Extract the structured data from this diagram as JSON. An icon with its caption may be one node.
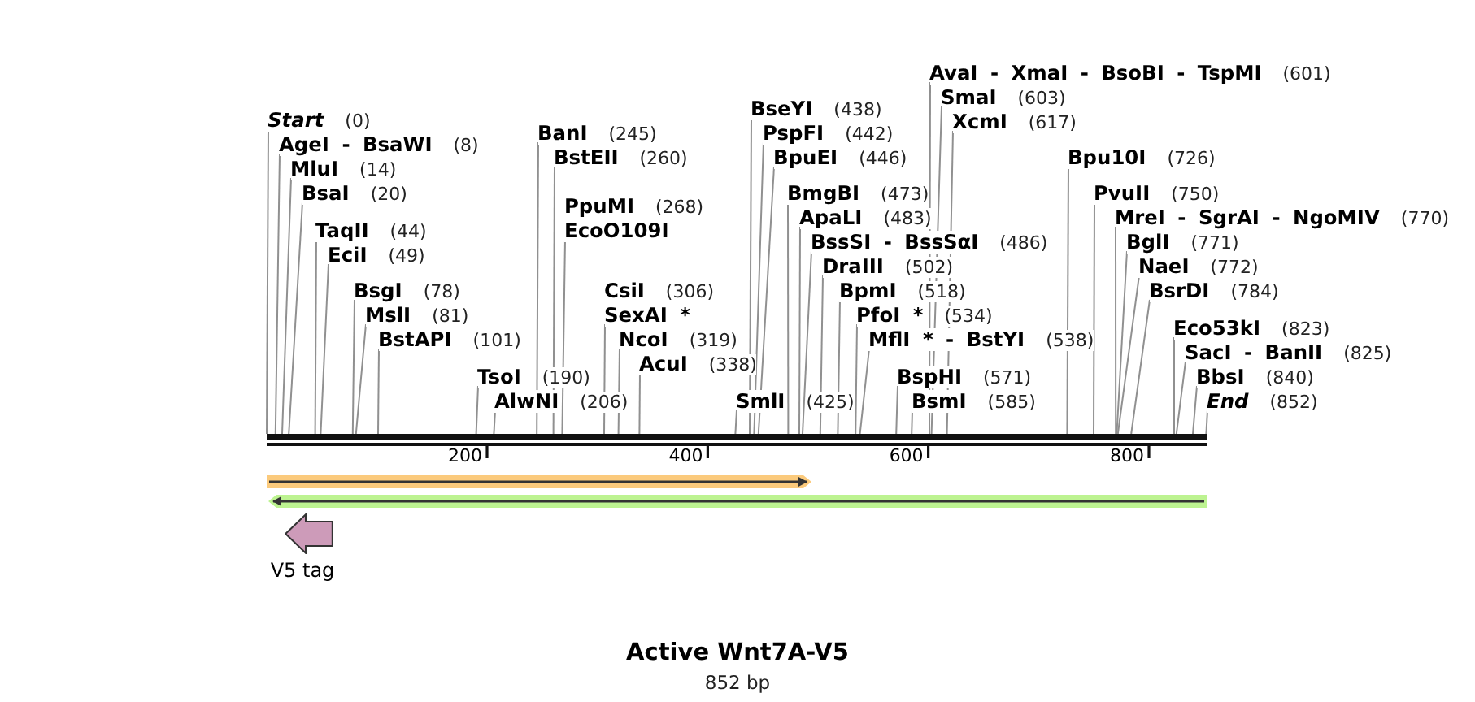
{
  "diagram": {
    "title": "Active Wnt7A-V5",
    "caption": "852 bp",
    "nodes": [
      {
        "text": [
          "Start",
          "(0)"
        ]
      },
      {
        "text": [
          "AgeI - BsaWI",
          "(8)"
        ]
      },
      {
        "text": [
          "MluI",
          "(14)"
        ]
      },
      {
        "text": [
          "BsaI",
          "(20)"
        ]
      },
      {
        "text": [
          "TaqII",
          "(44)"
        ]
      },
      {
        "text": [
          "EciI",
          "(49)"
        ]
      },
      {
        "text": [
          "BsgI",
          "(78)"
        ]
      },
      {
        "text": [
          "MslI",
          "(81)"
        ]
      },
      {
        "text": [
          "BstAPI",
          "(101)"
        ]
      },
      {
        "text": [
          "TsoI",
          "(190)"
        ]
      },
      {
        "text": [
          "AlwNI",
          "(206)"
        ]
      },
      {
        "text": [
          "BanI",
          "(245)"
        ]
      },
      {
        "text": [
          "BstEII",
          "(260)"
        ]
      },
      {
        "text": [
          "PpuMI",
          "(268)",
          "EcoO109I"
        ]
      },
      {
        "text": [
          "CsiI",
          "(306)",
          "SexAI *"
        ]
      },
      {
        "text": [
          "NcoI",
          "(319)"
        ]
      },
      {
        "text": [
          "AcuI",
          "(338)"
        ]
      },
      {
        "text": [
          "SmlI",
          "(425)"
        ]
      },
      {
        "text": [
          "BseYI",
          "(438)"
        ]
      },
      {
        "text": [
          "PspFI",
          "(442)"
        ]
      },
      {
        "text": [
          "BpuEI",
          "(446)"
        ]
      },
      {
        "text": [
          "BmgBI",
          "(473)"
        ]
      },
      {
        "text": [
          "ApaLI",
          "(483)"
        ]
      },
      {
        "text": [
          "BssSI - BssSαI",
          "(486)"
        ]
      },
      {
        "text": [
          "DraIII",
          "(502)"
        ]
      },
      {
        "text": [
          "BpmI",
          "(518)"
        ]
      },
      {
        "text": [
          "PfoI *",
          "(534)"
        ]
      },
      {
        "text": [
          "MflI * - BstYI",
          "(538)"
        ]
      },
      {
        "text": [
          "BspHI",
          "(571)"
        ]
      },
      {
        "text": [
          "BsmI",
          "(585)"
        ]
      },
      {
        "text": [
          "AvaI - XmaI - BsoBI - TspMI",
          "(601)"
        ]
      },
      {
        "text": [
          "SmaI",
          "(603)"
        ]
      },
      {
        "text": [
          "XcmI",
          "(617)"
        ]
      },
      {
        "text": [
          "Bpu10I",
          "(726)"
        ]
      },
      {
        "text": [
          "PvuII",
          "(750)"
        ]
      },
      {
        "text": [
          "MreI - SgrAI - NgoMIV",
          "(770)"
        ]
      },
      {
        "text": [
          "BglI",
          "(771)"
        ]
      },
      {
        "text": [
          "NaeI",
          "(772)"
        ]
      },
      {
        "text": [
          "BsrDI",
          "(784)"
        ]
      },
      {
        "text": [
          "Eco53kI",
          "(823)"
        ]
      },
      {
        "text": [
          "SacI - BanII",
          "(825)"
        ]
      },
      {
        "text": [
          "BbsI",
          "(840)"
        ]
      },
      {
        "text": [
          "End",
          "(852)"
        ]
      },
      {
        "text": [],
        "shape": "bar"
      },
      {
        "text": [],
        "shape": "arrow"
      },
      {
        "text": [],
        "shape": "arrow"
      },
      {
        "text": [
          "V5 tag"
        ]
      }
    ],
    "edges": [
      {
        "from": 0,
        "to": 43,
        "arrow": "none"
      },
      {
        "from": 1,
        "to": 43,
        "arrow": "none"
      },
      {
        "from": 2,
        "to": 43,
        "arrow": "none"
      },
      {
        "from": 3,
        "to": 43,
        "arrow": "none"
      },
      {
        "from": 4,
        "to": 43,
        "arrow": "none"
      },
      {
        "from": 5,
        "to": 43,
        "arrow": "none"
      },
      {
        "from": 6,
        "to": 43,
        "arrow": "none"
      },
      {
        "from": 7,
        "to": 43,
        "arrow": "none"
      },
      {
        "from": 8,
        "to": 43,
        "arrow": "none"
      },
      {
        "from": 9,
        "to": 43,
        "arrow": "none"
      },
      {
        "from": 10,
        "to": 43,
        "arrow": "none"
      },
      {
        "from": 11,
        "to": 43,
        "arrow": "none"
      },
      {
        "from": 12,
        "to": 43,
        "arrow": "none"
      },
      {
        "from": 13,
        "to": 43,
        "arrow": "none"
      },
      {
        "from": 14,
        "to": 43,
        "arrow": "none"
      },
      {
        "from": 15,
        "to": 43,
        "arrow": "none"
      },
      {
        "from": 16,
        "to": 43,
        "arrow": "none"
      },
      {
        "from": 17,
        "to": 43,
        "arrow": "none"
      },
      {
        "from": 18,
        "to": 43,
        "arrow": "none"
      },
      {
        "from": 19,
        "to": 43,
        "arrow": "none"
      },
      {
        "from": 20,
        "to": 43,
        "arrow": "none"
      },
      {
        "from": 21,
        "to": 43,
        "arrow": "none"
      },
      {
        "from": 22,
        "to": 43,
        "arrow": "none"
      },
      {
        "from": 23,
        "to": 43,
        "arrow": "none"
      },
      {
        "from": 24,
        "to": 43,
        "arrow": "none"
      },
      {
        "from": 25,
        "to": 43,
        "arrow": "none"
      },
      {
        "from": 26,
        "to": 43,
        "arrow": "none"
      },
      {
        "from": 27,
        "to": 43,
        "arrow": "none"
      },
      {
        "from": 28,
        "to": 43,
        "arrow": "none"
      },
      {
        "from": 29,
        "to": 43,
        "arrow": "none"
      },
      {
        "from": 30,
        "to": 43,
        "arrow": "none"
      },
      {
        "from": 31,
        "to": 43,
        "arrow": "none"
      },
      {
        "from": 32,
        "to": 43,
        "arrow": "none"
      },
      {
        "from": 33,
        "to": 43,
        "arrow": "none"
      },
      {
        "from": 34,
        "to": 43,
        "arrow": "none"
      },
      {
        "from": 35,
        "to": 43,
        "arrow": "none"
      },
      {
        "from": 36,
        "to": 43,
        "arrow": "none"
      },
      {
        "from": 37,
        "to": 43,
        "arrow": "none"
      },
      {
        "from": 38,
        "to": 43,
        "arrow": "none"
      },
      {
        "from": 39,
        "to": 43,
        "arrow": "none"
      },
      {
        "from": 40,
        "to": 43,
        "arrow": "none"
      },
      {
        "from": 41,
        "to": 43,
        "arrow": "none"
      },
      {
        "from": 42,
        "to": 43,
        "arrow": "none"
      }
    ],
    "labels": [
      "200",
      "400",
      "600",
      "800"
    ]
  }
}
